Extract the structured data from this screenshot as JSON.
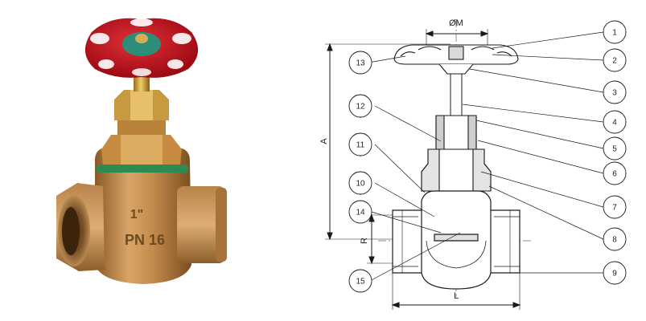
{
  "photo": {
    "cast_size_mark": "1\"",
    "cast_pressure_mark": "PN 16",
    "handwheel_color": "#c8101a",
    "body_color": "#c08a4c"
  },
  "drawing": {
    "dimensions": {
      "diameter": "ØM",
      "height": "A",
      "thread": "R",
      "length": "L"
    },
    "callouts": [
      "1",
      "2",
      "3",
      "4",
      "5",
      "6",
      "7",
      "8",
      "9",
      "10",
      "11",
      "12",
      "13",
      "14",
      "15"
    ]
  }
}
